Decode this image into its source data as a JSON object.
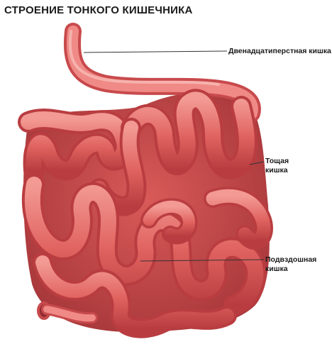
{
  "title": "СТРОЕНИЕ ТОНКОГО КИШЕЧНИКА",
  "labels": {
    "duodenum": "Двенадцатиперстная кишка",
    "jejunum_line1": "Тощая",
    "jejunum_line2": "кишка",
    "ileum_line1": "Подвздошная",
    "ileum_line2": "кишка"
  },
  "colors": {
    "intestine_light": "#f08a86",
    "intestine_mid": "#e0625f",
    "intestine_dark": "#b93d40",
    "highlight": "#f8c3bd",
    "leader_line": "#333333"
  }
}
